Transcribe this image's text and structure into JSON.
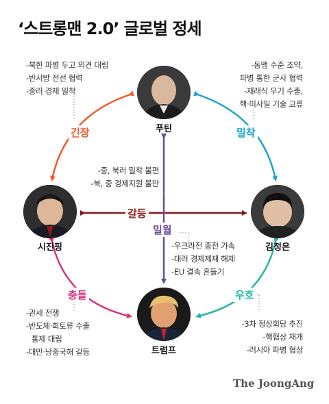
{
  "title": "‘스트롱맨 2.0’ 글로벌 정세",
  "leaders": {
    "putin": "푸틴",
    "xi": "시진핑",
    "kim": "김정은",
    "trump": "트럼프"
  },
  "relations": {
    "tension": "긴장",
    "close": "밀착",
    "conflict": "갈등",
    "intimate": "밀월",
    "clash": "충돌",
    "friendly": "우호"
  },
  "notes": {
    "top_left": [
      "-북한 파병 두고 의견 대립",
      "-반서방 전선 협력",
      "-중러 경제 밀착"
    ],
    "top_right": [
      "-동맹 수준 조약,",
      "파병 통한 군사 협력",
      "-재래식 무기 수출,",
      "핵·미사일 기술 교류"
    ],
    "center_upper": [
      "-중, 북러 밀착 불편",
      "-북, 중 경제지원 불만"
    ],
    "center_lower": [
      "-우크라전 종전 가속",
      "-대러 경제제재 해제",
      "-EU 결속 흔들기"
    ],
    "bottom_left": [
      "-관세 전쟁",
      "-반도체·희토류 수출",
      "통제 대립",
      "-대만·남중국해 갈등"
    ],
    "bottom_right": [
      "-3차 정상회담 추진",
      "-핵협상 재개",
      "-러시아 파병 협상"
    ]
  },
  "colors": {
    "tension": "#f05a28",
    "close": "#1aa3d1",
    "conflict": "#8a1a1a",
    "intimate": "#6a4a9c",
    "clash": "#d9327a",
    "friendly": "#22b8a8"
  },
  "logo": "The JoongAng"
}
